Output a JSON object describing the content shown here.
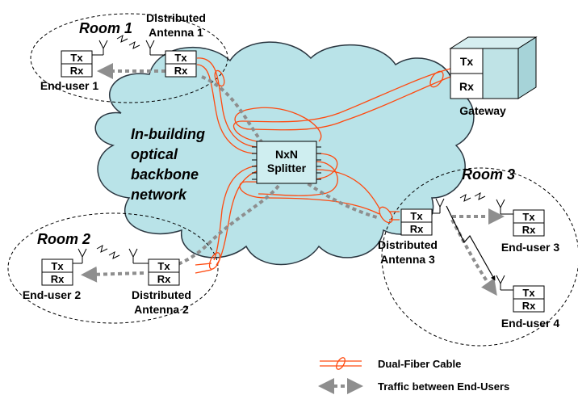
{
  "rooms": {
    "room1": "Room 1",
    "room2": "Room 2",
    "room3": "Room 3"
  },
  "backbone": {
    "line1": "In-building",
    "line2": "optical",
    "line3": "backbone",
    "line4": "network"
  },
  "splitter": {
    "line1": "NxN",
    "line2": "Splitter"
  },
  "gateway": {
    "label": "Gateway",
    "tx": "Tx",
    "rx": "Rx"
  },
  "antennas": {
    "da1_line1": "Distributed",
    "da1_line2": "Antenna 1",
    "da2_line1": "Distributed",
    "da2_line2": "Antenna 2",
    "da3_line1": "Distributed",
    "da3_line2": "Antenna 3"
  },
  "end_users": {
    "eu1": "End-user 1",
    "eu2": "End-user 2",
    "eu3": "End-user 3",
    "eu4": "End-user 4"
  },
  "transceiver": {
    "tx": "Tx",
    "rx": "Rx"
  },
  "legend": {
    "fiber": "Dual-Fiber Cable",
    "traffic": "Traffic between End-Users"
  },
  "colors": {
    "cloud_fill": "#b9e3e8",
    "cloud_stroke": "#2a3640",
    "fiber": "#ff4a10",
    "traffic": "#8e8e8e",
    "splitter_fill": "#cfeef0",
    "gateway_fill": "#bfe3e6"
  }
}
